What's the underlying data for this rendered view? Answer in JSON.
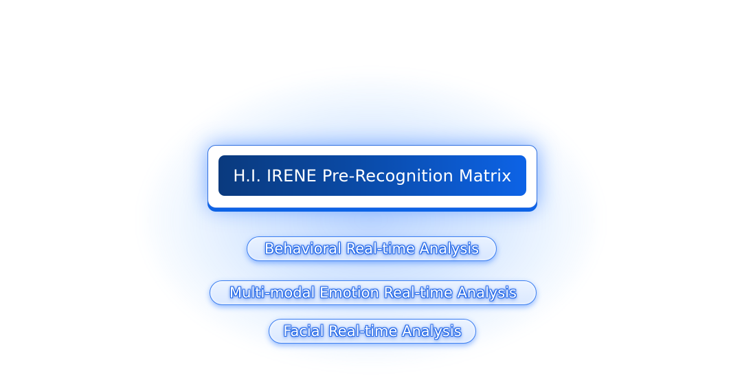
{
  "title": {
    "label": "H.I. IRENE Pre-Recognition Matrix"
  },
  "features": [
    {
      "label": "Behavioral Real-time Analysis"
    },
    {
      "label": "Multi-modal Emotion Real-time Analysis"
    },
    {
      "label": "Facial Real-time Analysis"
    }
  ],
  "colors": {
    "accent": "#0d63e6",
    "title_gradient_start": "#0a3a7e",
    "title_gradient_end": "#0d63e6",
    "glow": "#2a78ff"
  }
}
